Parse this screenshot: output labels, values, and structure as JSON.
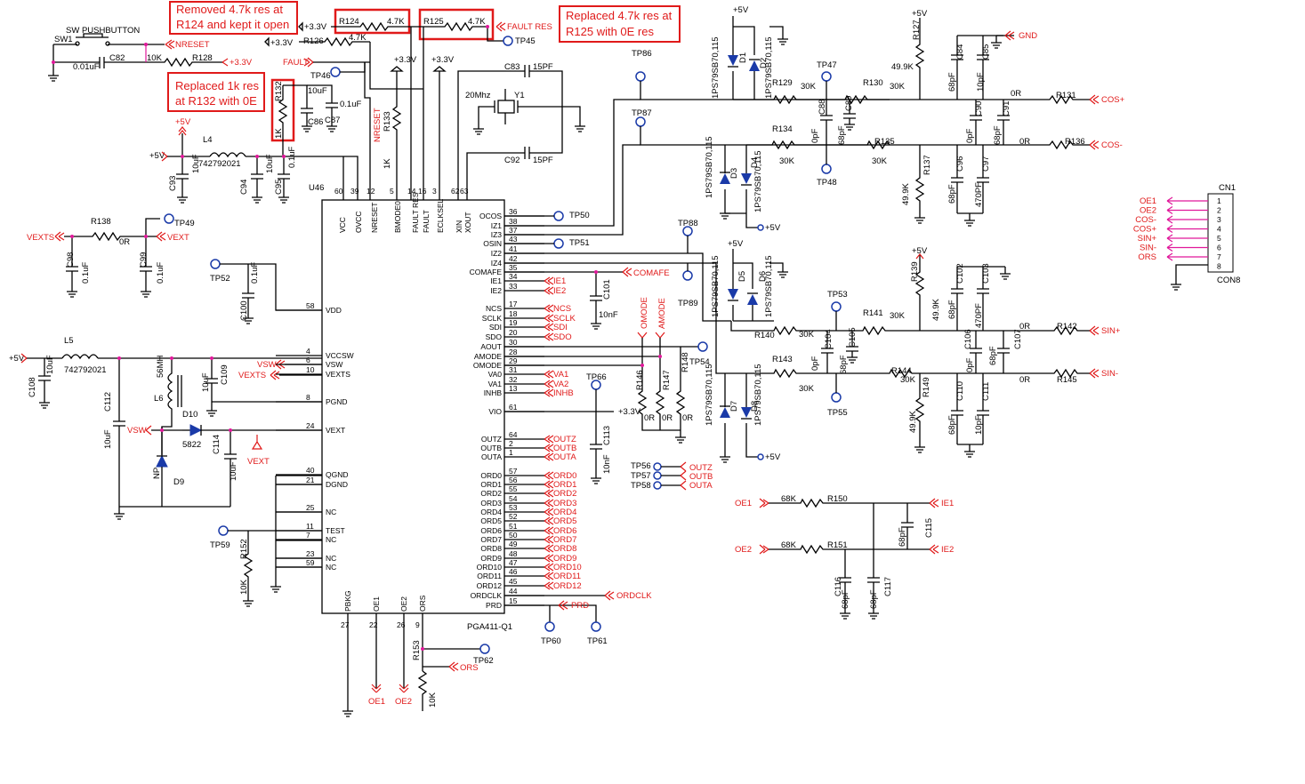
{
  "notes": {
    "r124_l1": "Removed 4.7k res at",
    "r124_l2": "R124 and kept it open",
    "r125_l1": "Replaced 4.7k res at",
    "r125_l2": "R125 with 0E res",
    "r132_l1": "Replaced 1k res",
    "r132_l2": "at R132 with 0E"
  },
  "ic": {
    "ref": "U46",
    "part": "PGA411-Q1",
    "top_pins": [
      {
        "num": "60",
        "name": "VCC"
      },
      {
        "num": "39",
        "name": "OVCC"
      },
      {
        "num": "12",
        "name": "NRESET"
      },
      {
        "num": "5",
        "name": "BMODE0"
      },
      {
        "num": "14",
        "name": "FAULT RES"
      },
      {
        "num": "16",
        "name": "FAULT"
      },
      {
        "num": "3",
        "name": "ECLKSEL"
      },
      {
        "num": "62",
        "name": "XIN"
      },
      {
        "num": "63",
        "name": "XOUT"
      }
    ],
    "left_pins": [
      {
        "num": "58",
        "name": "VDD"
      },
      {
        "num": "4",
        "name": "VCCSW"
      },
      {
        "num": "6",
        "name": "VSW"
      },
      {
        "num": "10",
        "name": "VEXTS"
      },
      {
        "num": "8",
        "name": "PGND"
      },
      {
        "num": "24",
        "name": "VEXT"
      },
      {
        "num": "40",
        "name": "QGND"
      },
      {
        "num": "21",
        "name": "DGND"
      },
      {
        "num": "25",
        "name": "NC"
      },
      {
        "num": "11",
        "name": "TEST"
      },
      {
        "num": "7",
        "name": "NC"
      },
      {
        "num": "23",
        "name": "NC"
      },
      {
        "num": "59",
        "name": "NC"
      }
    ],
    "bottom_pins": [
      {
        "num": "27",
        "name": "PBKG"
      },
      {
        "num": "22",
        "name": "OE1"
      },
      {
        "num": "26",
        "name": "OE2"
      },
      {
        "num": "9",
        "name": "ORS"
      }
    ],
    "right_pins": [
      {
        "num": "36",
        "name": "OCOS"
      },
      {
        "num": "38",
        "name": "IZ1"
      },
      {
        "num": "37",
        "name": "IZ3"
      },
      {
        "num": "43",
        "name": "OSIN"
      },
      {
        "num": "41",
        "name": "IZ2"
      },
      {
        "num": "42",
        "name": "IZ4"
      },
      {
        "num": "35",
        "name": "COMAFE"
      },
      {
        "num": "34",
        "name": "IE1"
      },
      {
        "num": "33",
        "name": "IE2"
      },
      {
        "num": "17",
        "name": "NCS"
      },
      {
        "num": "18",
        "name": "SCLK"
      },
      {
        "num": "19",
        "name": "SDI"
      },
      {
        "num": "20",
        "name": "SDO"
      },
      {
        "num": "30",
        "name": "AOUT"
      },
      {
        "num": "28",
        "name": "AMODE"
      },
      {
        "num": "29",
        "name": "OMODE"
      },
      {
        "num": "31",
        "name": "VA0"
      },
      {
        "num": "32",
        "name": "VA1"
      },
      {
        "num": "13",
        "name": "INHB"
      },
      {
        "num": "61",
        "name": "VIO"
      },
      {
        "num": "64",
        "name": "OUTZ"
      },
      {
        "num": "2",
        "name": "OUTB"
      },
      {
        "num": "1",
        "name": "OUTA"
      },
      {
        "num": "57",
        "name": "ORD0"
      },
      {
        "num": "56",
        "name": "ORD1"
      },
      {
        "num": "55",
        "name": "ORD2"
      },
      {
        "num": "54",
        "name": "ORD3"
      },
      {
        "num": "53",
        "name": "ORD4"
      },
      {
        "num": "52",
        "name": "ORD5"
      },
      {
        "num": "51",
        "name": "ORD6"
      },
      {
        "num": "50",
        "name": "ORD7"
      },
      {
        "num": "49",
        "name": "ORD8"
      },
      {
        "num": "48",
        "name": "ORD9"
      },
      {
        "num": "47",
        "name": "ORD10"
      },
      {
        "num": "46",
        "name": "ORD11"
      },
      {
        "num": "45",
        "name": "ORD12"
      },
      {
        "num": "44",
        "name": "ORDCLK"
      },
      {
        "num": "15",
        "name": "PRD"
      }
    ],
    "right_nets": [
      {
        "pin": "34",
        "net": "IE1"
      },
      {
        "pin": "33",
        "net": "IE2"
      },
      {
        "pin": "17",
        "net": "NCS"
      },
      {
        "pin": "18",
        "net": "SCLK"
      },
      {
        "pin": "19",
        "net": "SDI"
      },
      {
        "pin": "20",
        "net": "SDO"
      },
      {
        "pin": "31",
        "net": "VA1"
      },
      {
        "pin": "32",
        "net": "VA2"
      },
      {
        "pin": "13",
        "net": "INHB"
      },
      {
        "pin": "64",
        "net": "OUTZ"
      },
      {
        "pin": "2",
        "net": "OUTB"
      },
      {
        "pin": "1",
        "net": "OUTA"
      },
      {
        "pin": "57",
        "net": "ORD0"
      },
      {
        "pin": "56",
        "net": "ORD1"
      },
      {
        "pin": "55",
        "net": "ORD2"
      },
      {
        "pin": "54",
        "net": "ORD3"
      },
      {
        "pin": "53",
        "net": "ORD4"
      },
      {
        "pin": "52",
        "net": "ORD5"
      },
      {
        "pin": "51",
        "net": "ORD6"
      },
      {
        "pin": "50",
        "net": "ORD7"
      },
      {
        "pin": "49",
        "net": "ORD8"
      },
      {
        "pin": "48",
        "net": "ORD9"
      },
      {
        "pin": "47",
        "net": "ORD10"
      },
      {
        "pin": "46",
        "net": "ORD11"
      },
      {
        "pin": "45",
        "net": "ORD12"
      }
    ]
  },
  "connector": {
    "ref": "CN1",
    "part": "CON8",
    "pins": [
      {
        "num": "1",
        "net": "OE1"
      },
      {
        "num": "2",
        "net": "OE2"
      },
      {
        "num": "3",
        "net": "COS-"
      },
      {
        "num": "4",
        "net": "COS+"
      },
      {
        "num": "5",
        "net": "SIN+"
      },
      {
        "num": "6",
        "net": "SIN-"
      },
      {
        "num": "7",
        "net": "ORS"
      },
      {
        "num": "8",
        "net": ""
      }
    ]
  },
  "labels": {
    "sw1": "SW1",
    "sw_push": "SW PUSHBUTTON",
    "c82": "C82",
    "c82v": "0.01uF",
    "r128": "R128",
    "r128v": "10K",
    "nreset": "NRESET",
    "p33": "+3.3V",
    "p5": "+5V",
    "r124": "R124",
    "r124v": "4.7K",
    "r125": "R125",
    "r125v": "4.7K",
    "fault_res": "FAULT RES",
    "tp45": "TP45",
    "r126": "R126",
    "r126v": "4.7K",
    "fault": "FAULT",
    "tp46": "TP46",
    "r132": "R132",
    "r132v": "1K",
    "c86": "C86",
    "c86v": "10uF",
    "c87": "C87",
    "c87v": "0.1uF",
    "r133": "R133",
    "r133v": "1K",
    "c83": "C83",
    "c83v": "15PF",
    "y1": "Y1",
    "y1v": "20Mhz",
    "c92": "C92",
    "c92v": "15PF",
    "l4": "L4",
    "l4v": "742792021",
    "c93": "C93",
    "c93v": "10uF",
    "c94": "C94",
    "c94v": "10uF",
    "c95": "C95",
    "c95v": "0.1uF",
    "r138": "R138",
    "r138v": "0R",
    "vexts": "VEXTS",
    "vext": "VEXT",
    "tp49": "TP49",
    "c98": "C98",
    "c98v": "0.1uF",
    "c99": "C99",
    "c99v": "0.1uF",
    "tp52": "TP52",
    "c100": "C100",
    "c100v": "0.1uF",
    "l5": "L5",
    "l5v": "742792021",
    "c108": "C108",
    "c108v": "10uF",
    "l6": "L6",
    "l6v": "56MH",
    "c109": "C109",
    "c109v": "10uF",
    "vsw": "VSW",
    "c112": "C112",
    "c112v": "10uF",
    "d10": "D10",
    "d10v": "5822",
    "c114": "C114",
    "c114v": "10uF",
    "d9": "D9",
    "np": "NP",
    "tp59": "TP59",
    "r152": "R152",
    "r152v": "10K",
    "oe1": "OE1",
    "oe2": "OE2",
    "ors": "ORS",
    "r153": "R153",
    "r153v": "10K",
    "tp62": "TP62",
    "tp50": "TP50",
    "tp51": "TP51",
    "comafe": "COMAFE",
    "c101": "C101",
    "c101v": "10nF",
    "omode": "OMODE",
    "amode": "AMODE",
    "r146": "R146",
    "r147": "R147",
    "r148": "R148",
    "r0": "0R",
    "tp54": "TP54",
    "tp66": "TP66",
    "c113": "C113",
    "c113v": "10nF",
    "tp56": "TP56",
    "tp57": "TP57",
    "tp58": "TP58",
    "outz": "OUTZ",
    "outb": "OUTB",
    "outa": "OUTA",
    "ordclk": "ORDCLK",
    "prd": "PRD",
    "tp60": "TP60",
    "tp61": "TP61",
    "tp86": "TP86",
    "tp87": "TP87",
    "tp88": "TP88",
    "tp89": "TP89",
    "diode": "1PS79SB70,115",
    "d1": "D1",
    "d2": "D2",
    "d3": "D3",
    "d4": "D4",
    "d5": "D5",
    "d6": "D6",
    "d7": "D7",
    "d8": "D8",
    "r129": "R129",
    "r130": "R130",
    "r131": "R131",
    "r134": "R134",
    "r135": "R135",
    "r136": "R136",
    "r140": "R140",
    "r141": "R141",
    "r142": "R142",
    "r143": "R143",
    "r144": "R144",
    "r145": "R145",
    "r127": "R127",
    "r137": "R137",
    "r139": "R139",
    "r149": "R149",
    "v30k": "30K",
    "v499k": "49.9K",
    "v0r": "0R",
    "tp47": "TP47",
    "tp48": "TP48",
    "tp53": "TP53",
    "tp55": "TP55",
    "c84": "C84",
    "c85": "C85",
    "c88": "C88",
    "c89": "C89",
    "c90": "C90",
    "c91": "C91",
    "c96": "C96",
    "c97": "C97",
    "c102": "C102",
    "c103": "C103",
    "c104": "C104",
    "c105": "C105",
    "c106": "C106",
    "c107": "C107",
    "c110": "C110",
    "c111": "C111",
    "v68pf": "68pF",
    "v10pf": "10pF",
    "v0pf": "0pF",
    "v470pf": "470PF",
    "gnd": "GND",
    "cos_p": "COS+",
    "cos_m": "COS-",
    "sin_p": "SIN+",
    "sin_m": "SIN-",
    "r150": "R150",
    "r151": "R151",
    "v68k": "68K",
    "ie1": "IE1",
    "ie2": "IE2",
    "c115": "C115",
    "c116": "C116",
    "c117": "C117"
  }
}
